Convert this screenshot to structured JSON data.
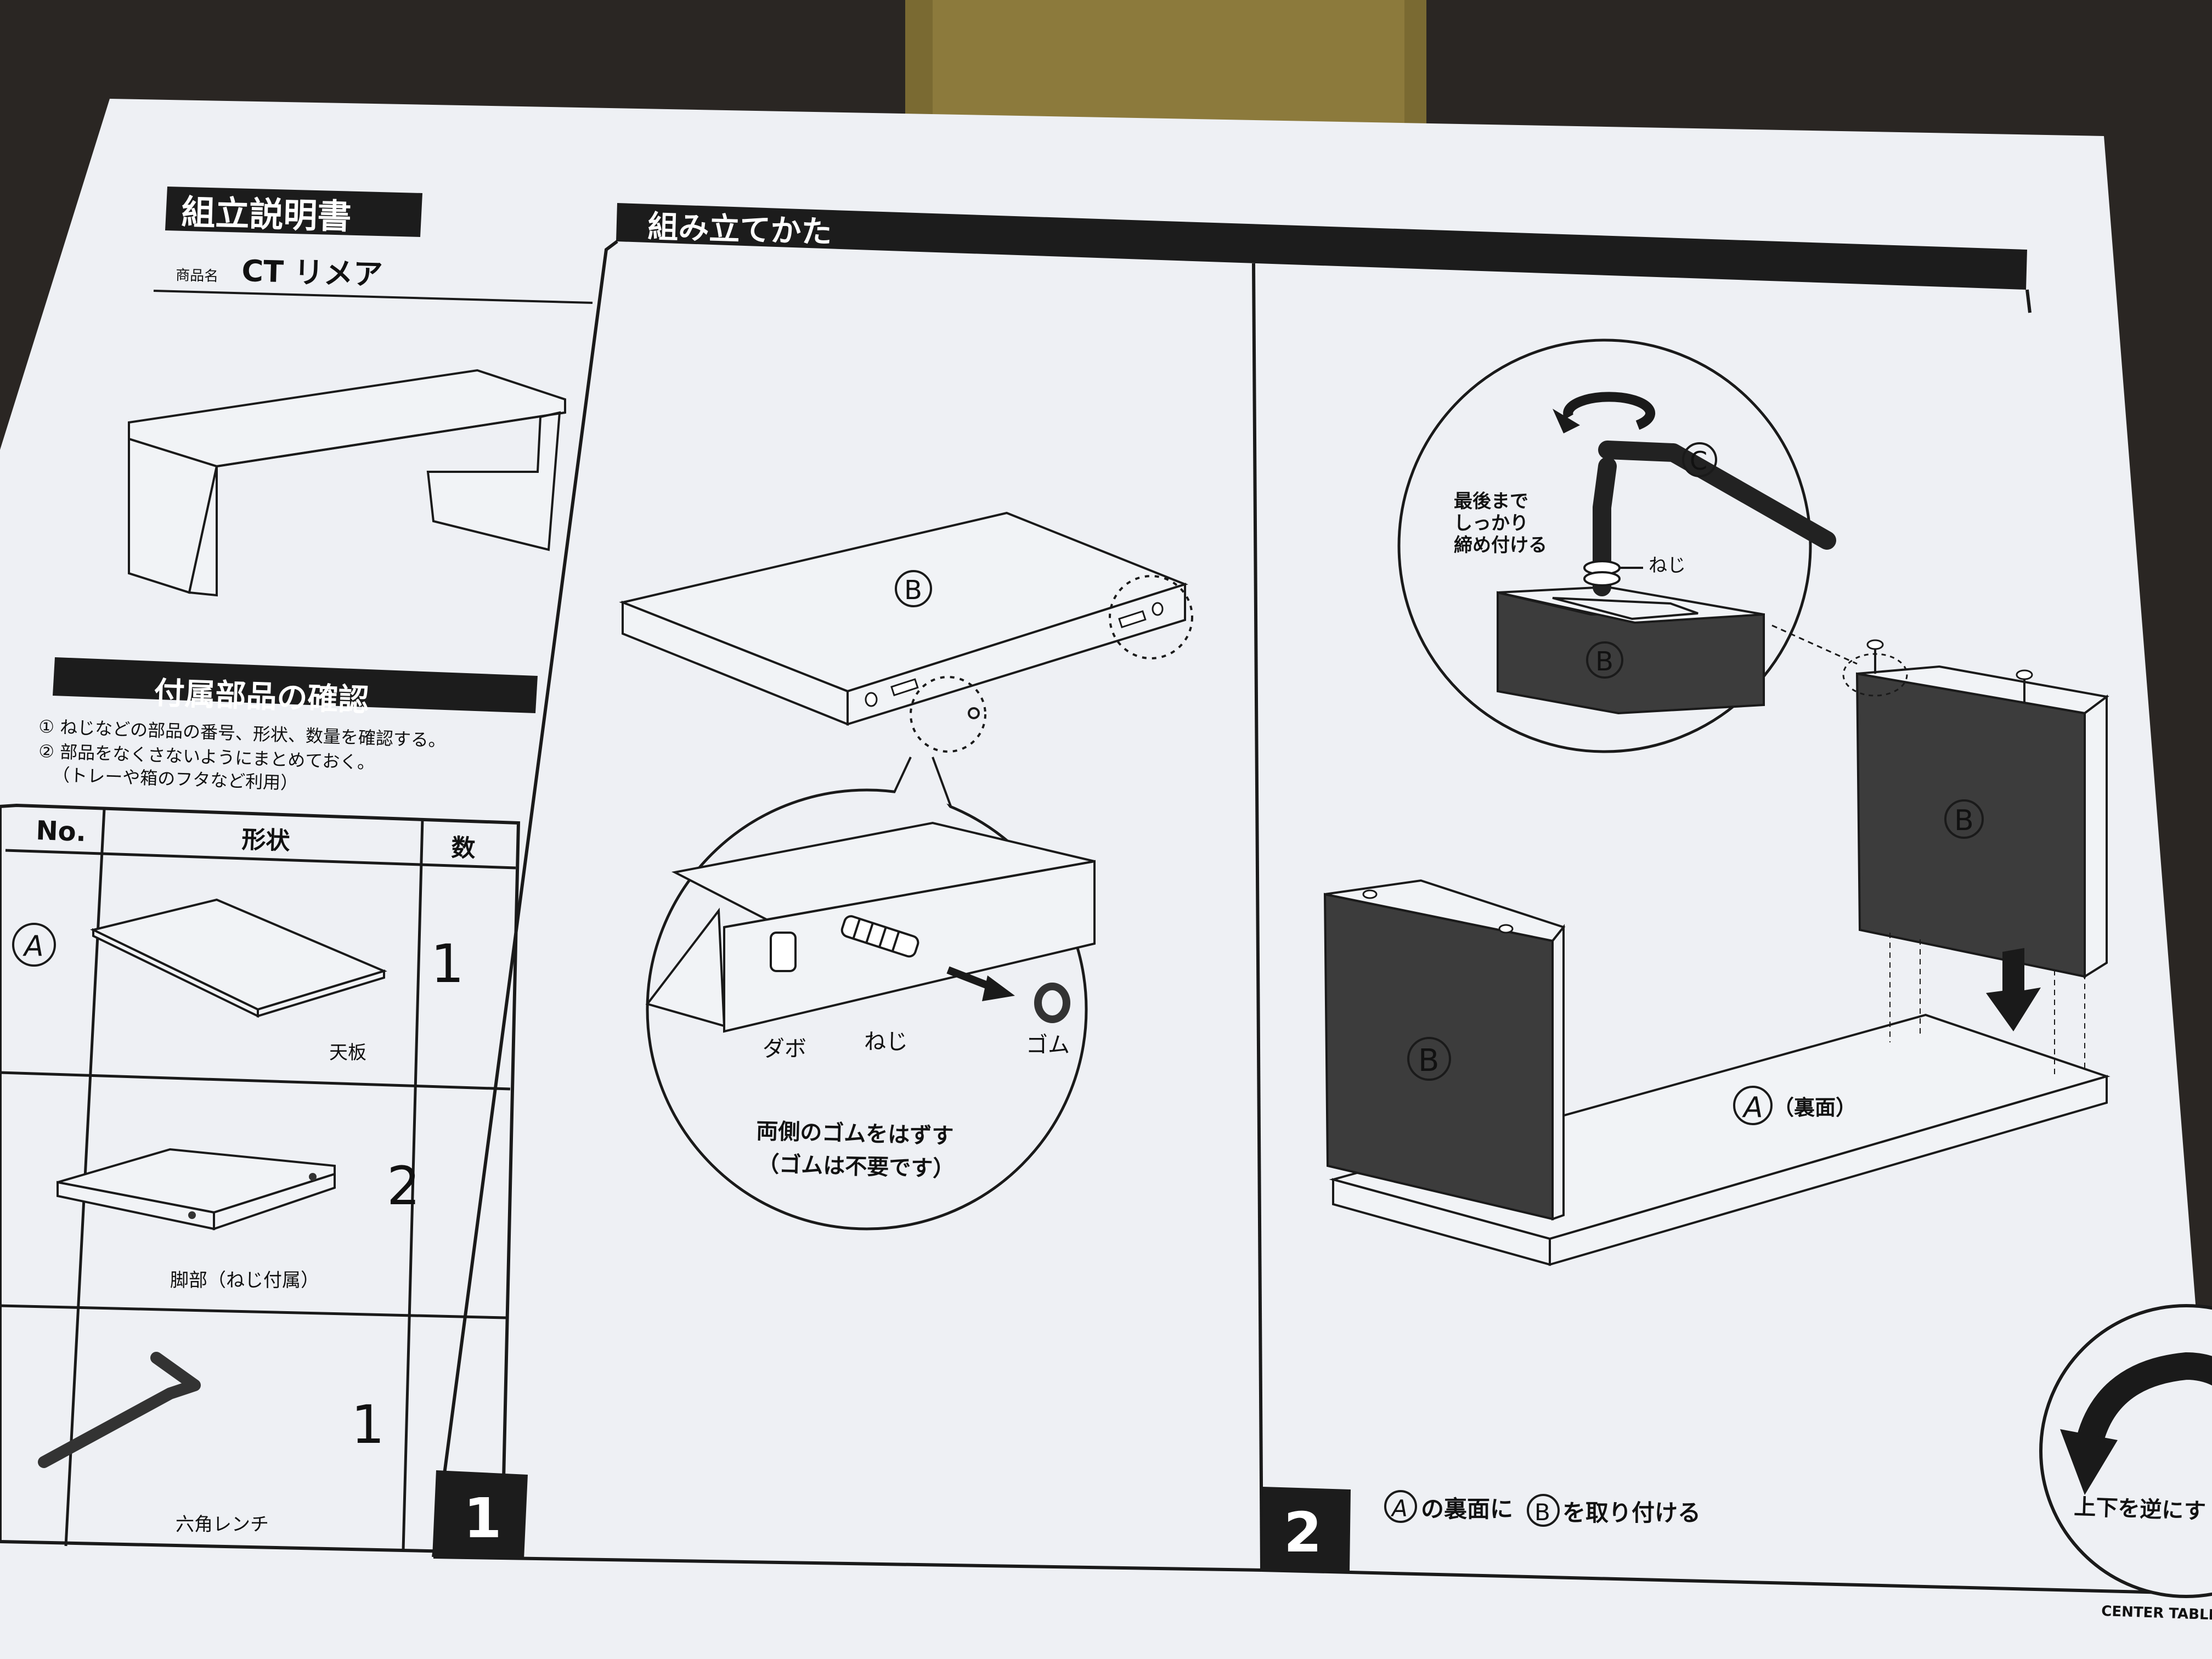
{
  "manual": {
    "title": "組立説明書",
    "product_label": "商品名",
    "product_name": "CT リメア",
    "assembly_header": "組み立てかた",
    "parts_header": "付属部品の確認",
    "instructions": [
      "① ねじなどの部品の番号、形状、数量を確認する。",
      "② 部品をなくさないようにまとめておく。",
      "（トレーや箱のフタなど利用）"
    ],
    "footer": "CENTER TABLE"
  },
  "parts_table": {
    "headers": [
      "No.",
      "形状",
      "数"
    ],
    "rows": [
      {
        "no": "A",
        "name": "天板",
        "qty": "1"
      },
      {
        "no": "",
        "name": "脚部（ねじ付属）",
        "qty": "2"
      },
      {
        "no": "",
        "name": "六角レンチ",
        "qty": "1"
      }
    ]
  },
  "step1": {
    "number": "1",
    "part_label": "B",
    "labels": {
      "dowel": "ダボ",
      "screw": "ねじ",
      "rubber": "ゴム"
    },
    "note_line1": "両側のゴムをはずす",
    "note_line2": "（ゴムは不要です）"
  },
  "step2": {
    "number": "2",
    "tool_label": "C",
    "part_b": "B",
    "part_a": "A",
    "tighten_line1": "最後まで",
    "tighten_line2": "しっかり",
    "tighten_line3": "締め付ける",
    "screw_label": "ねじ",
    "reverse_label": "（裏面）",
    "caption_pre": "の裏面に",
    "caption_post": "を取り付ける",
    "flip_label": "上下を逆にす"
  }
}
